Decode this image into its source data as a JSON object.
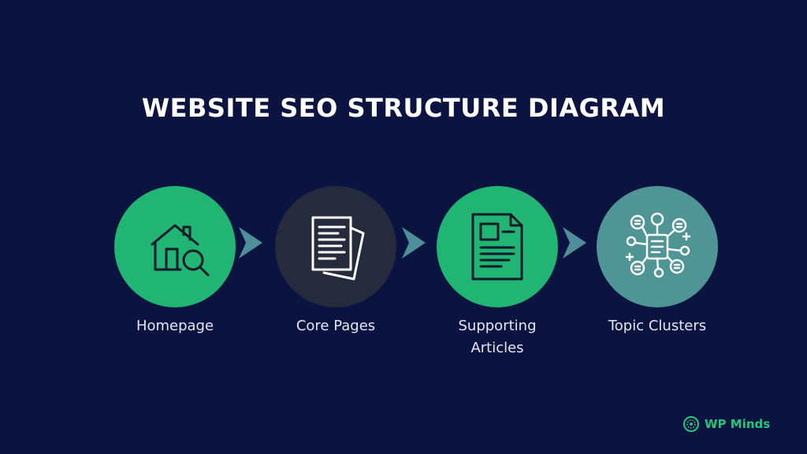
{
  "title": "WEBSITE SEO STRUCTURE DIAGRAM",
  "steps": [
    {
      "label": "Homepage",
      "icon": "house-search-icon",
      "color": "#21b573"
    },
    {
      "label": "Core Pages",
      "icon": "stacked-documents-icon",
      "color": "#262a3d"
    },
    {
      "label": "Supporting Articles",
      "icon": "article-document-icon",
      "color": "#21b573"
    },
    {
      "label": "Topic Clusters",
      "icon": "topic-cluster-network-icon",
      "color": "#4f9596"
    }
  ],
  "arrow_color": "#4f8f9a",
  "brand": {
    "name": "WP Minds",
    "color": "#27c47a"
  }
}
